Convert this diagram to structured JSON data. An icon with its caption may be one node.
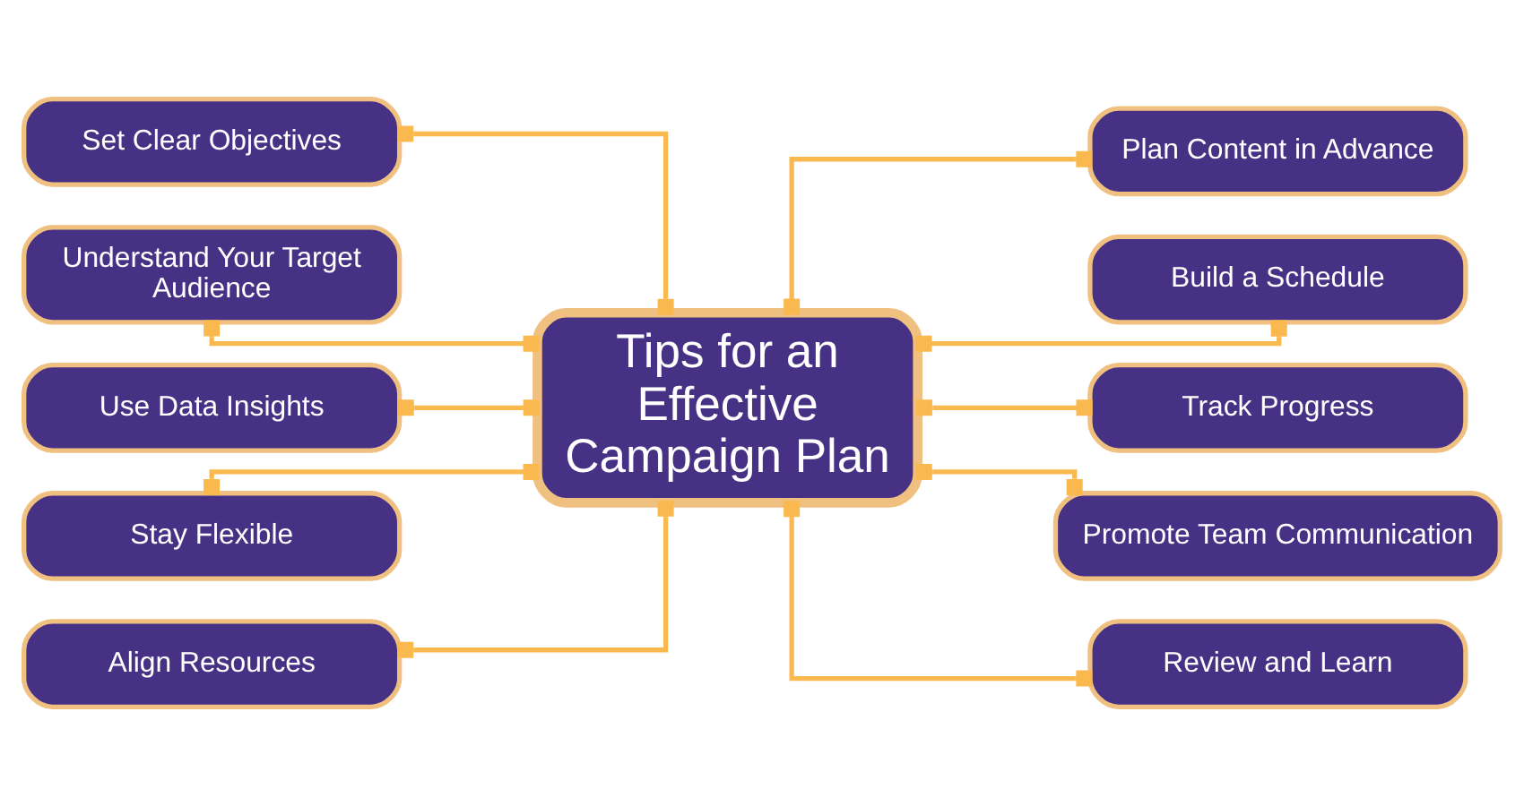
{
  "diagram": {
    "nodes": [
      {
        "text": [
          "Tips for an Effective Campaign Plan"
        ]
      },
      {
        "text": [
          "Set Clear Objectives"
        ]
      },
      {
        "text": [
          "Understand Your Target Audience"
        ]
      },
      {
        "text": [
          "Use Data Insights"
        ]
      },
      {
        "text": [
          "Stay Flexible"
        ]
      },
      {
        "text": [
          "Align Resources"
        ]
      },
      {
        "text": [
          "Plan Content in Advance"
        ]
      },
      {
        "text": [
          "Build a Schedule"
        ]
      },
      {
        "text": [
          "Track Progress"
        ]
      },
      {
        "text": [
          "Promote Team Communication"
        ]
      },
      {
        "text": [
          "Review and Learn"
        ]
      }
    ],
    "edges": [
      {
        "from": 1,
        "to": 0,
        "arrow": "other"
      },
      {
        "from": 2,
        "to": 0,
        "arrow": "other"
      },
      {
        "from": 3,
        "to": 0,
        "arrow": "other"
      },
      {
        "from": 4,
        "to": 0,
        "arrow": "other"
      },
      {
        "from": 5,
        "to": 0,
        "arrow": "other"
      },
      {
        "from": 0,
        "to": 6,
        "arrow": "other"
      },
      {
        "from": 0,
        "to": 7,
        "arrow": "other"
      },
      {
        "from": 0,
        "to": 8,
        "arrow": "other"
      },
      {
        "from": 0,
        "to": 9,
        "arrow": "other"
      },
      {
        "from": 0,
        "to": 10,
        "arrow": "other"
      }
    ]
  }
}
